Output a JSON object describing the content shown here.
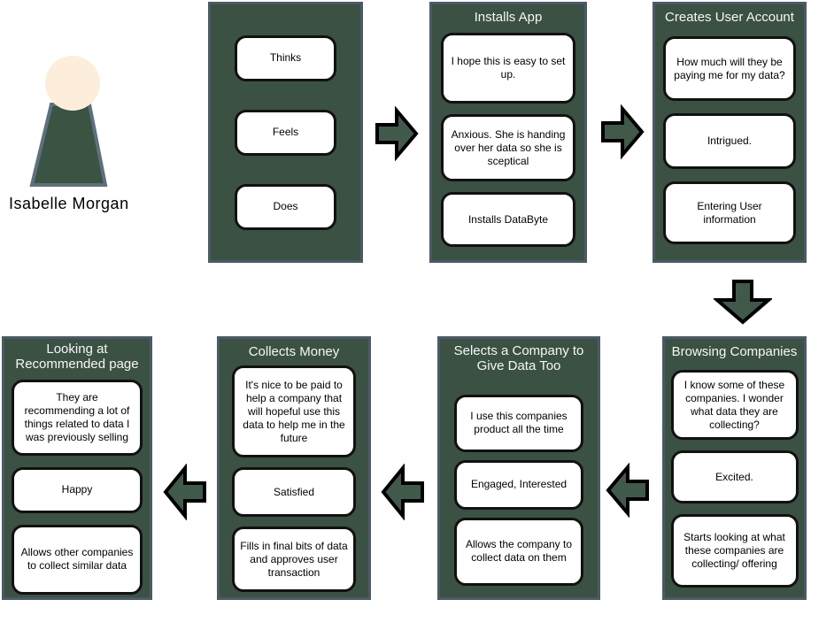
{
  "diagram": {
    "type": "user-journey-map",
    "persona": {
      "name": "Isabelle Morgan"
    },
    "row_labels": {
      "cards": [
        "Thinks",
        "Feels",
        "Does"
      ]
    },
    "stages": [
      {
        "title": "Installs App",
        "cards": [
          "I hope this is easy to set up.",
          "Anxious. She is handing over her data so she is sceptical",
          "Installs DataByte"
        ]
      },
      {
        "title": "Creates User Account",
        "cards": [
          "How much will they be paying me for my data?",
          "Intrigued.",
          "Entering User information"
        ]
      },
      {
        "title": "Browsing Companies",
        "cards": [
          "I know some of these companies. I wonder what data they are collecting?",
          "Excited.",
          "Starts looking at what these companies are collecting/ offering"
        ]
      },
      {
        "title": "Selects a Company to Give Data Too",
        "cards": [
          "I use this companies product all the time",
          "Engaged, Interested",
          "Allows the company to collect data on them"
        ]
      },
      {
        "title": "Collects Money",
        "cards": [
          "It's nice to be paid to help a company that will hopeful use this data to help me in the future",
          "Satisfied",
          "Fills in final bits of data and approves user transaction"
        ]
      },
      {
        "title": "Looking at Recommended page",
        "cards": [
          "They are recommending a lot of things related to data I was previously selling",
          "Happy",
          "Allows other companies to collect similar data"
        ]
      }
    ],
    "colors": {
      "panel_green": "#3B5143",
      "panel_border_slate": "#4D5966",
      "arrow_green": "#41594A",
      "card_bg": "#FFFFFF",
      "card_border": "#111111",
      "title_text": "#F7F7F7",
      "persona_head": "#FCEEDB",
      "persona_body": "#3A5343",
      "persona_body_border": "#5F6F7E",
      "background": "#FFFFFF"
    }
  }
}
